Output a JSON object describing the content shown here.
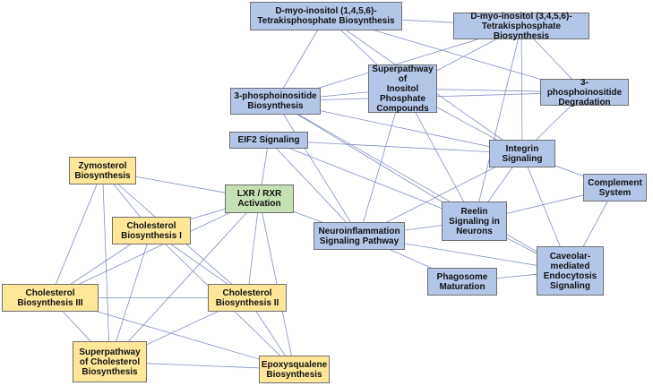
{
  "colors": {
    "blue": "#b4c6e7",
    "yellow": "#ffe699",
    "green": "#c5e0b4",
    "edge": "#7f8fc4",
    "border": "#6e6e6e"
  },
  "nodes": [
    {
      "id": "dmyo1456",
      "label": "D-myo-inositol (1,4,5,6)-\nTetrakisphosphate Biosynthesis",
      "group": "blue"
    },
    {
      "id": "dmyo3456",
      "label": "D-myo-inositol (3,4,5,6)-\nTetrakisphosphate Biosynthesis",
      "group": "blue"
    },
    {
      "id": "superinositol",
      "label": "Superpathway of\nInositol\nPhosphate\nCompounds",
      "group": "blue"
    },
    {
      "id": "pi3bio",
      "label": "3-phosphoinositide\nBiosynthesis",
      "group": "blue"
    },
    {
      "id": "pi3deg",
      "label": "3-phosphoinositide\nDegradation",
      "group": "blue"
    },
    {
      "id": "eif2",
      "label": "EIF2 Signaling",
      "group": "blue"
    },
    {
      "id": "integrin",
      "label": "Integrin\nSignaling",
      "group": "blue"
    },
    {
      "id": "complement",
      "label": "Complement\nSystem",
      "group": "blue"
    },
    {
      "id": "reelin",
      "label": "Reelin\nSignaling in\nNeurons",
      "group": "blue"
    },
    {
      "id": "neuro",
      "label": "Neuroinflammation\nSignaling Pathway",
      "group": "blue"
    },
    {
      "id": "caveolar",
      "label": "Caveolar-\nmediated\nEndocytosis\nSignaling",
      "group": "blue"
    },
    {
      "id": "phagosome",
      "label": "Phagosome\nMaturation",
      "group": "blue"
    },
    {
      "id": "lxr",
      "label": "LXR / RXR\nActivation",
      "group": "green"
    },
    {
      "id": "zymo",
      "label": "Zymosterol\nBiosynthesis",
      "group": "yellow"
    },
    {
      "id": "chol1",
      "label": "Cholesterol\nBiosynthesis I",
      "group": "yellow"
    },
    {
      "id": "chol2",
      "label": "Cholesterol\nBiosynthesis II",
      "group": "yellow"
    },
    {
      "id": "chol3",
      "label": "Cholesterol\nBiosynthesis III",
      "group": "yellow"
    },
    {
      "id": "superchol",
      "label": "Superpathway\nof Cholesterol\nBiosynthesis",
      "group": "yellow"
    },
    {
      "id": "epoxy",
      "label": "Epoxysqualene\nBiosynthesis",
      "group": "yellow"
    }
  ],
  "edges": [
    [
      "dmyo1456",
      "dmyo3456"
    ],
    [
      "dmyo1456",
      "pi3bio"
    ],
    [
      "dmyo1456",
      "superinositol"
    ],
    [
      "dmyo1456",
      "pi3deg"
    ],
    [
      "dmyo1456",
      "integrin"
    ],
    [
      "dmyo3456",
      "pi3bio"
    ],
    [
      "dmyo3456",
      "superinositol"
    ],
    [
      "dmyo3456",
      "pi3deg"
    ],
    [
      "dmyo3456",
      "integrin"
    ],
    [
      "dmyo3456",
      "reelin"
    ],
    [
      "superinositol",
      "pi3bio"
    ],
    [
      "superinositol",
      "pi3deg"
    ],
    [
      "superinositol",
      "integrin"
    ],
    [
      "superinositol",
      "reelin"
    ],
    [
      "superinositol",
      "neuro"
    ],
    [
      "pi3bio",
      "pi3deg"
    ],
    [
      "pi3bio",
      "integrin"
    ],
    [
      "pi3bio",
      "reelin"
    ],
    [
      "pi3bio",
      "neuro"
    ],
    [
      "pi3bio",
      "caveolar"
    ],
    [
      "pi3deg",
      "integrin"
    ],
    [
      "eif2",
      "lxr"
    ],
    [
      "eif2",
      "integrin"
    ],
    [
      "eif2",
      "reelin"
    ],
    [
      "eif2",
      "neuro"
    ],
    [
      "integrin",
      "neuro"
    ],
    [
      "integrin",
      "complement"
    ],
    [
      "integrin",
      "caveolar"
    ],
    [
      "integrin",
      "reelin"
    ],
    [
      "complement",
      "reelin"
    ],
    [
      "complement",
      "caveolar"
    ],
    [
      "reelin",
      "neuro"
    ],
    [
      "reelin",
      "caveolar"
    ],
    [
      "neuro",
      "caveolar"
    ],
    [
      "neuro",
      "phagosome"
    ],
    [
      "neuro",
      "lxr"
    ],
    [
      "phagosome",
      "caveolar"
    ],
    [
      "lxr",
      "zymo"
    ],
    [
      "lxr",
      "chol1"
    ],
    [
      "lxr",
      "chol2"
    ],
    [
      "lxr",
      "chol3"
    ],
    [
      "lxr",
      "superchol"
    ],
    [
      "lxr",
      "epoxy"
    ],
    [
      "zymo",
      "chol1"
    ],
    [
      "zymo",
      "chol2"
    ],
    [
      "zymo",
      "chol3"
    ],
    [
      "zymo",
      "superchol"
    ],
    [
      "chol1",
      "chol2"
    ],
    [
      "chol1",
      "chol3"
    ],
    [
      "chol1",
      "superchol"
    ],
    [
      "chol1",
      "epoxy"
    ],
    [
      "chol2",
      "chol3"
    ],
    [
      "chol2",
      "superchol"
    ],
    [
      "chol2",
      "epoxy"
    ],
    [
      "chol3",
      "superchol"
    ],
    [
      "chol3",
      "epoxy"
    ],
    [
      "superchol",
      "epoxy"
    ]
  ]
}
